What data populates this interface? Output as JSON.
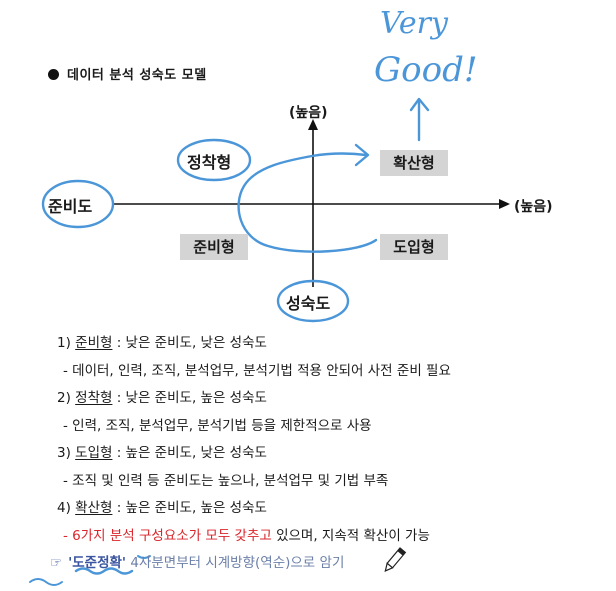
{
  "heading": "데이터 분석 성숙도 모델",
  "handwriting": {
    "line1": "Very",
    "line2": "Good!"
  },
  "diagram": {
    "y_axis_label": "(높음)",
    "x_axis_label": "(높음)",
    "x_axis_name": "준비도",
    "y_axis_name": "성숙도",
    "quadrants": {
      "top_left": "정착형",
      "top_right": "확산형",
      "bottom_left": "준비형",
      "bottom_right": "도입형"
    }
  },
  "list": [
    {
      "num": "1)",
      "type": "준비형",
      "desc": " : 낮은 준비도, 낮은 성숙도"
    },
    {
      "detail": "- 데이터, 인력, 조직, 분석업무, 분석기법 적용 안되어 사전 준비 필요"
    },
    {
      "num": "2)",
      "type": "정착형",
      "desc": " : 낮은 준비도, 높은 성숙도"
    },
    {
      "detail": "- 인력, 조직, 분석업무, 분석기법 등을 제한적으로 사용"
    },
    {
      "num": "3)",
      "type": "도입형",
      "desc": " : 높은 준비도, 낮은 성숙도"
    },
    {
      "detail": "- 조직 및 인력 등 준비도는 높으나, 분석업무 및 기법 부족"
    },
    {
      "num": "4)",
      "type": "확산형",
      "desc": " : 높은 준비도, 높은 성숙도"
    },
    {
      "detail_red": "- 6가지 분석 구성요소가 모두 갖추고",
      "detail_rest": " 있으며, 지속적 확산이 가능"
    }
  ],
  "tip": {
    "icon": "☞",
    "key": "'도준정확'",
    "text": " 4사분면부터 시계방향(역순)으로 암기"
  },
  "colors": {
    "ink": "#4a96d8",
    "box": "#d4d4d4",
    "red": "#d9262c"
  }
}
